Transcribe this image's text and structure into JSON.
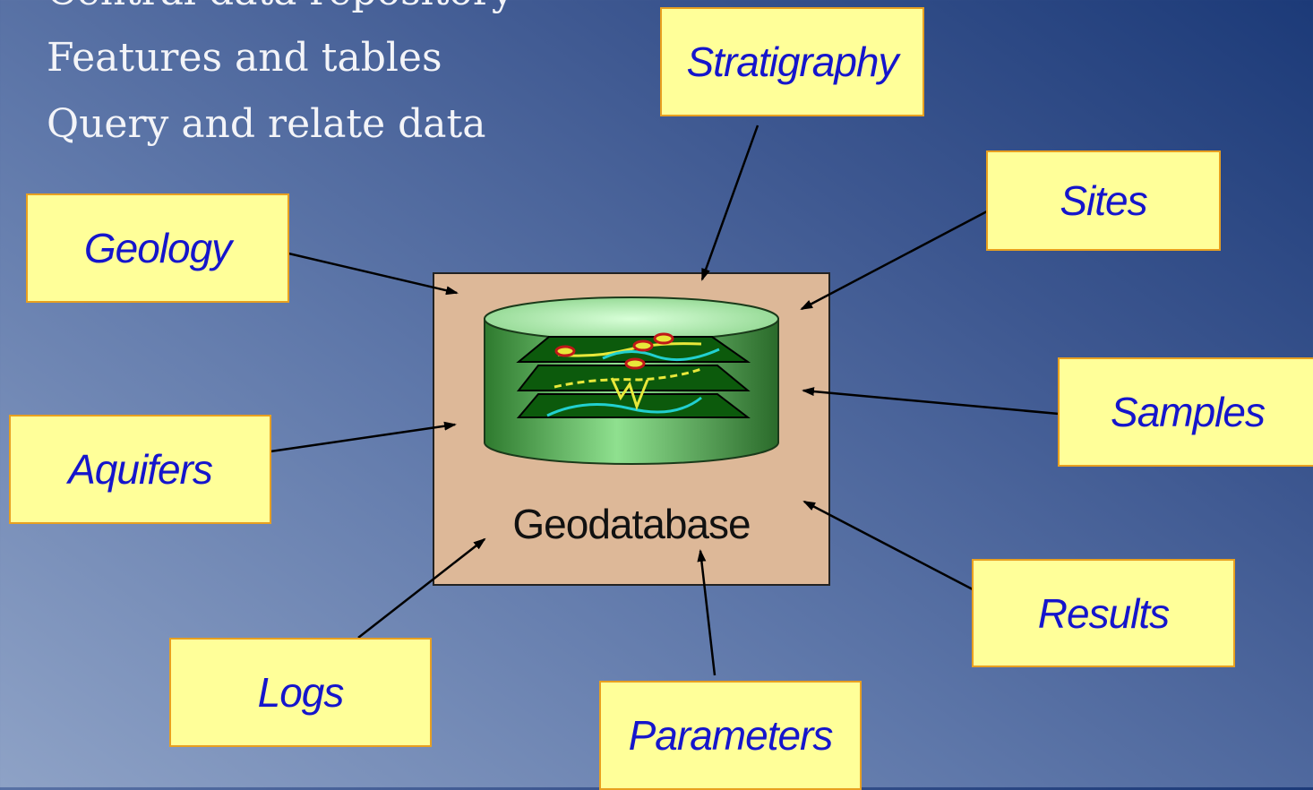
{
  "bullets": [
    "Central data repository",
    "Features and tables",
    "Query and relate data"
  ],
  "center": {
    "label": "Geodatabase"
  },
  "boxes": {
    "stratigraphy": "Stratigraphy",
    "geology": "Geology",
    "sites": "Sites",
    "samples": "Samples",
    "aquifers": "Aquifers",
    "results": "Results",
    "logs": "Logs",
    "parameters": "Parameters"
  },
  "colors": {
    "box_fill": "#ffff99",
    "box_border": "#e8a020",
    "box_text": "#1515cc",
    "center_fill": "#ddb898",
    "cylinder": "#2f8f2f"
  },
  "icons": {
    "center_graphic": "database-cylinder-icon"
  }
}
